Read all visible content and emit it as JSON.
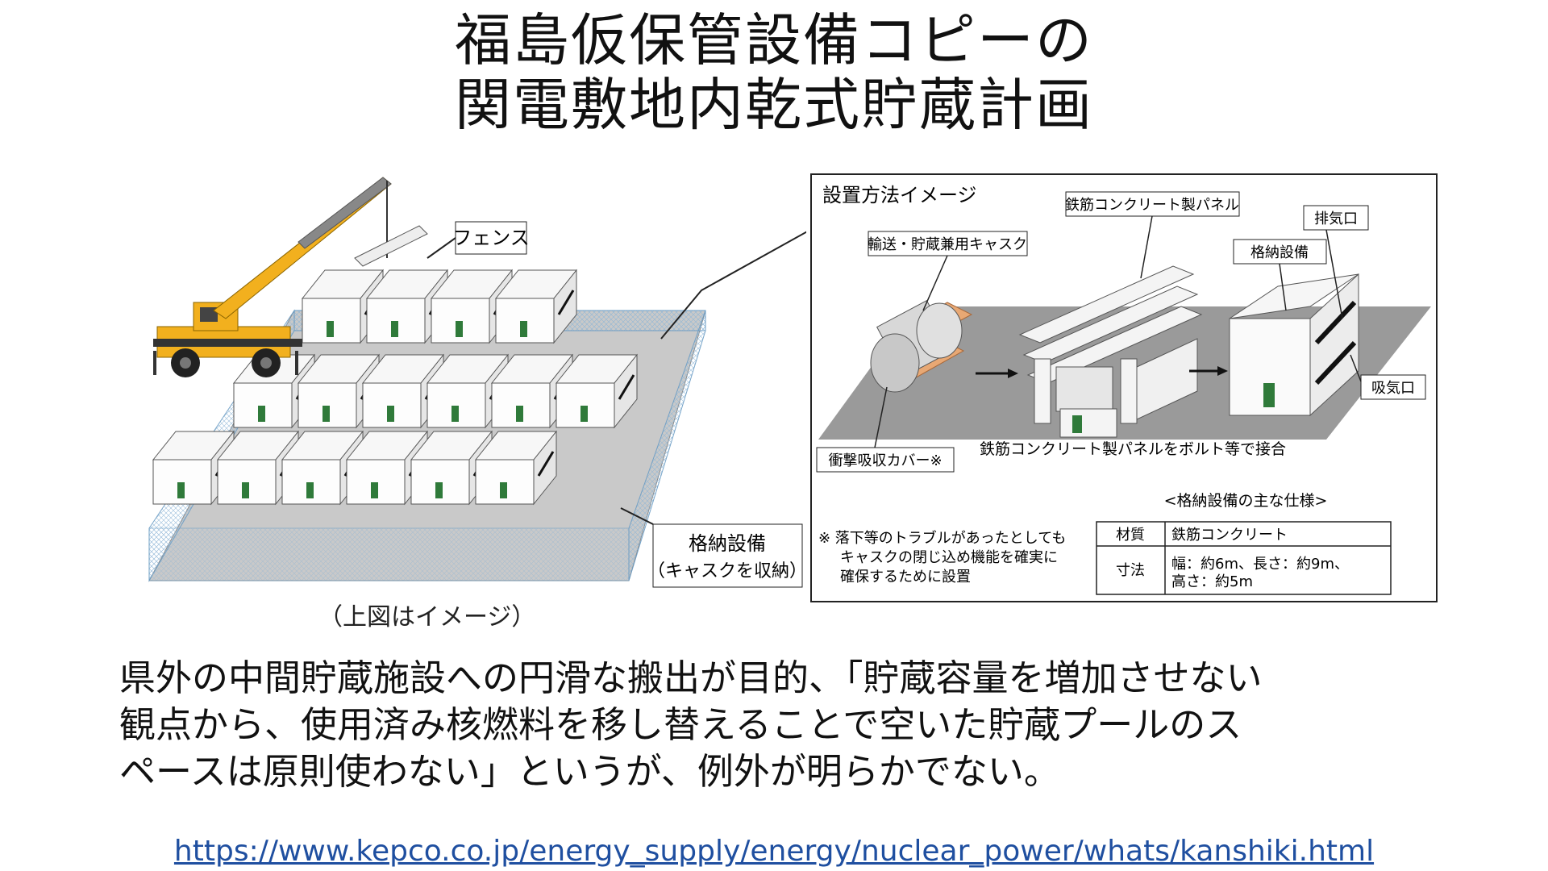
{
  "title": {
    "line1": "福島仮保管設備コピーの",
    "line2": "関電敷地内乾式貯蔵計画"
  },
  "left_figure": {
    "fence_label": "フェンス",
    "storage_label_line1": "格納設備",
    "storage_label_line2": "（キャスクを収納）",
    "caption": "（上図はイメージ）"
  },
  "right_figure": {
    "heading": "設置方法イメージ",
    "cask_label": "輸送・貯蔵兼用キャスク",
    "panel_label": "鉄筋コンクリート製パネル",
    "storage_label": "格納設備",
    "exhaust_label": "排気口",
    "intake_label": "吸気口",
    "shock_cover_label": "衝撃吸収カバー※",
    "bolt_note": "鉄筋コンクリート製パネルをボルト等で接合",
    "spec_title": "<格納設備の主な仕様>",
    "footnote_line1": "※ 落下等のトラブルがあったとしても",
    "footnote_line2": "キャスクの閉じ込め機能を確実に",
    "footnote_line3": "確保するために設置",
    "spec_material_key": "材質",
    "spec_material_value": "鉄筋コンクリート",
    "spec_size_key": "寸法",
    "spec_size_line1": "幅：約6m、長さ：約9m、",
    "spec_size_line2": "高さ：約5m"
  },
  "body": {
    "line1": "県外の中間貯蔵施設への円滑な搬出が目的、「貯蔵容量を増加させない",
    "line2": "観点から、使用済み核燃料を移し替えることで空いた貯蔵プールのス",
    "line3": "ペースは原則使わない」というが、例外が明らかでない。"
  },
  "source_link": "https://www.kepco.co.jp/energy_supply/energy/nuclear_power/whats/kanshiki.html",
  "colors": {
    "crane_yellow": "#f2b01e",
    "mesh_blue": "#b8d4ea",
    "ground_gray": "#9a9a9a",
    "cover_orange": "#e8a874",
    "door_green": "#2f7a3a",
    "link_blue": "#1f4fa0"
  }
}
